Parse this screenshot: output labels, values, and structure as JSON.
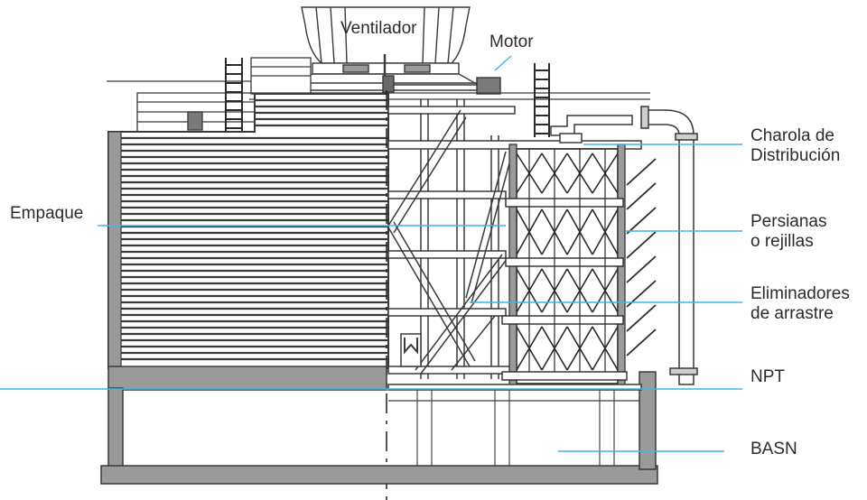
{
  "labels": {
    "fan": "Ventilador",
    "motor": "Motor",
    "distribution_tray": [
      "Charola de",
      "Distribución"
    ],
    "packing": "Empaque",
    "louvers": [
      "Persianas",
      "o rejillas"
    ],
    "drift_eliminators": [
      "Eliminadores",
      "de arrastre"
    ],
    "npt": "NPT",
    "basin": "BASN"
  },
  "colors": {
    "leader_line": "#3fb6e8",
    "structure": "#3a3a3a",
    "basin_fill": "#9a9a9a",
    "packing_fill": "#8f8f8f"
  }
}
